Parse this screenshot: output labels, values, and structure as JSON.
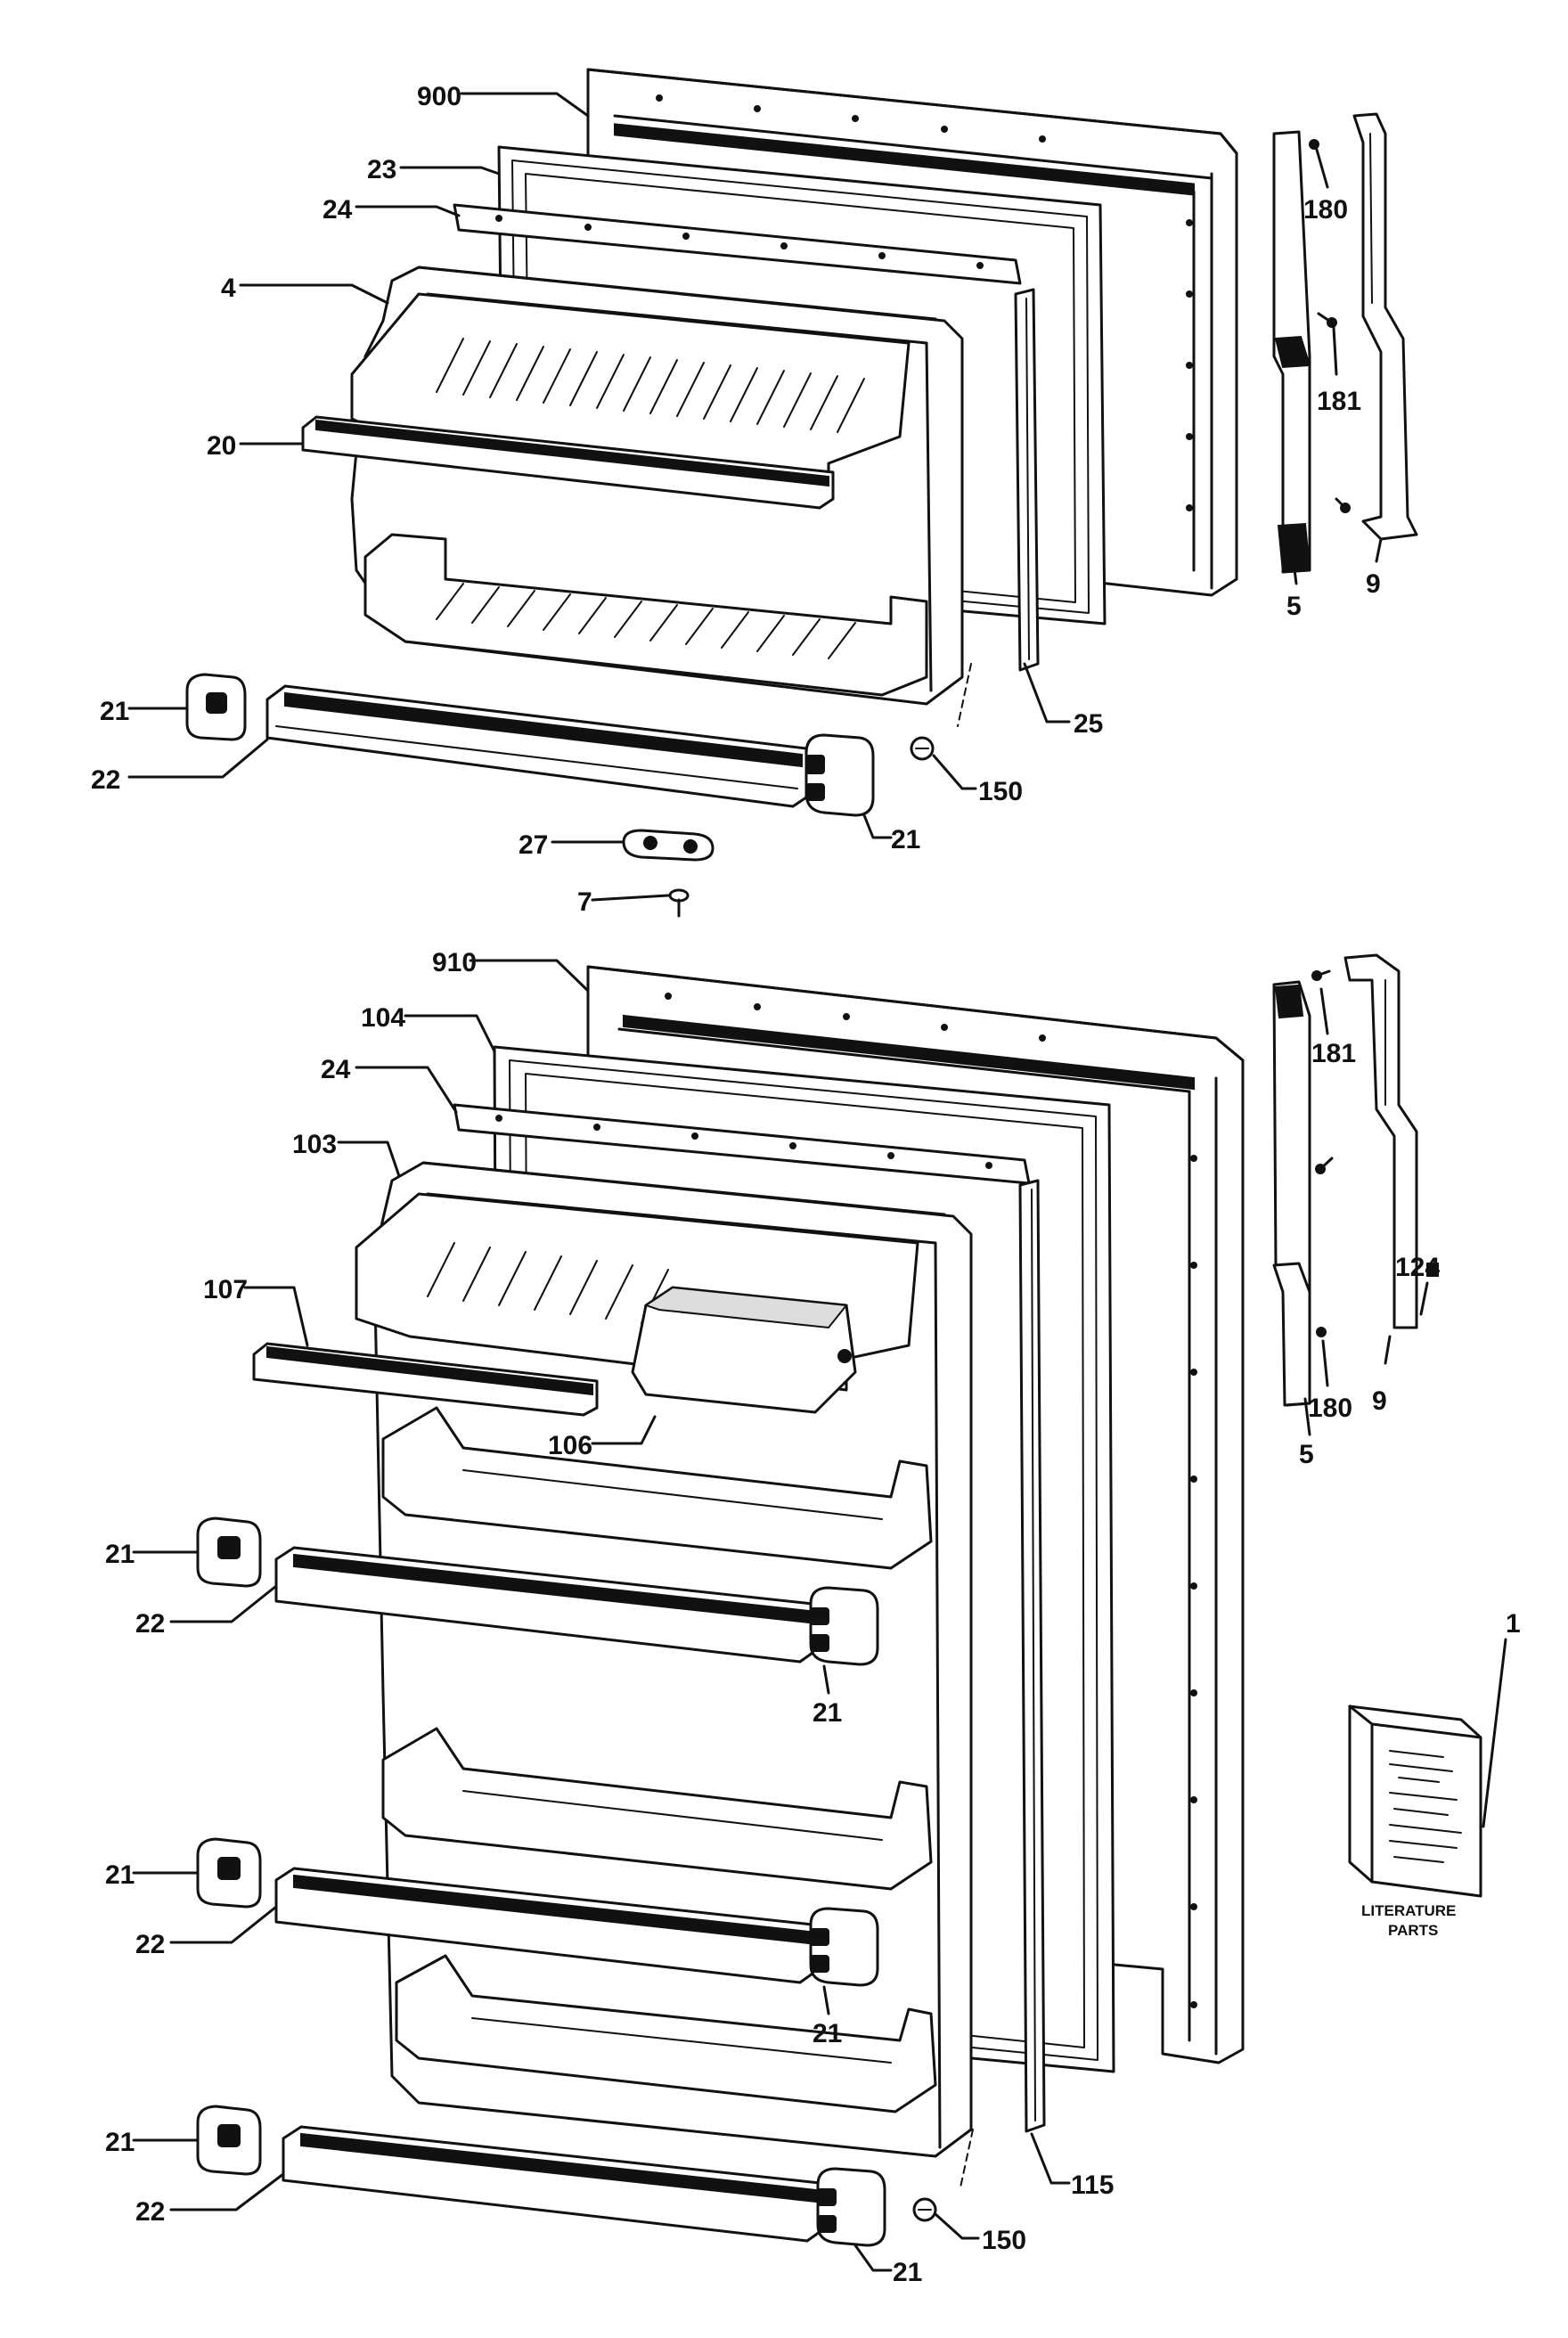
{
  "labels": {
    "l900": "900",
    "l23": "23",
    "l24a": "24",
    "l4": "4",
    "l20": "20",
    "l21a": "21",
    "l22a": "22",
    "l21b": "21",
    "l25": "25",
    "l150a": "150",
    "l27": "27",
    "l7": "7",
    "l180a": "180",
    "l181a": "181",
    "l5a": "5",
    "l9a": "9",
    "l910": "910",
    "l104": "104",
    "l24b": "24",
    "l103": "103",
    "l107": "107",
    "l106": "106",
    "l181b": "181",
    "l5b": "5",
    "l124": "124",
    "l180b": "180",
    "l9b": "9",
    "l21c": "21",
    "l22b": "22",
    "l21d": "21",
    "l21e": "21",
    "l22c": "22",
    "l21f": "21",
    "l21g": "21",
    "l22d": "22",
    "l21h": "21",
    "l115": "115",
    "l150b": "150",
    "l1": "1"
  },
  "literature": {
    "line1": "LITERATURE",
    "line2": "PARTS"
  }
}
